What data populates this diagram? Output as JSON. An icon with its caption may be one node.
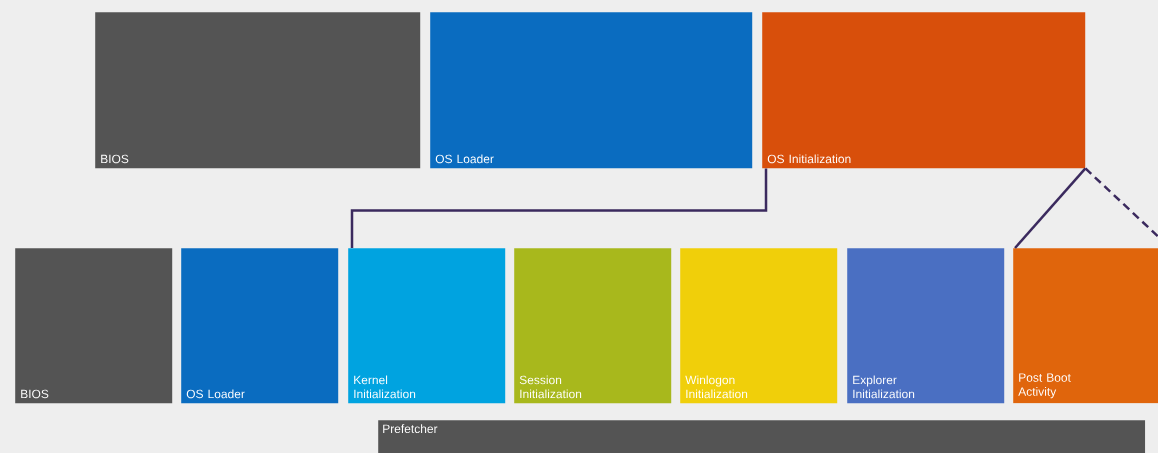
{
  "diagram": {
    "nodes": [
      {
        "text": [
          "BIOS"
        ]
      },
      {
        "text": [
          "OS Loader"
        ]
      },
      {
        "text": [
          "OS Initialization"
        ]
      },
      {
        "text": [
          "BIOS"
        ]
      },
      {
        "text": [
          "OS Loader"
        ]
      },
      {
        "text": [
          "Kernel Initialization"
        ]
      },
      {
        "text": [
          "Session Initialization"
        ]
      },
      {
        "text": [
          "Winlogon Initialization"
        ]
      },
      {
        "text": [
          "Explorer Initialization"
        ]
      },
      {
        "text": [
          "Post Boot Activity"
        ]
      },
      {
        "text": [
          "Prefetcher"
        ]
      }
    ],
    "edges": [
      {
        "from": 2,
        "to": 5,
        "arrow": "none"
      },
      {
        "from": 2,
        "to": 9,
        "arrow": "none"
      },
      {
        "from": 2,
        "to": 9,
        "arrow": "none",
        "style": "dashed"
      }
    ]
  }
}
